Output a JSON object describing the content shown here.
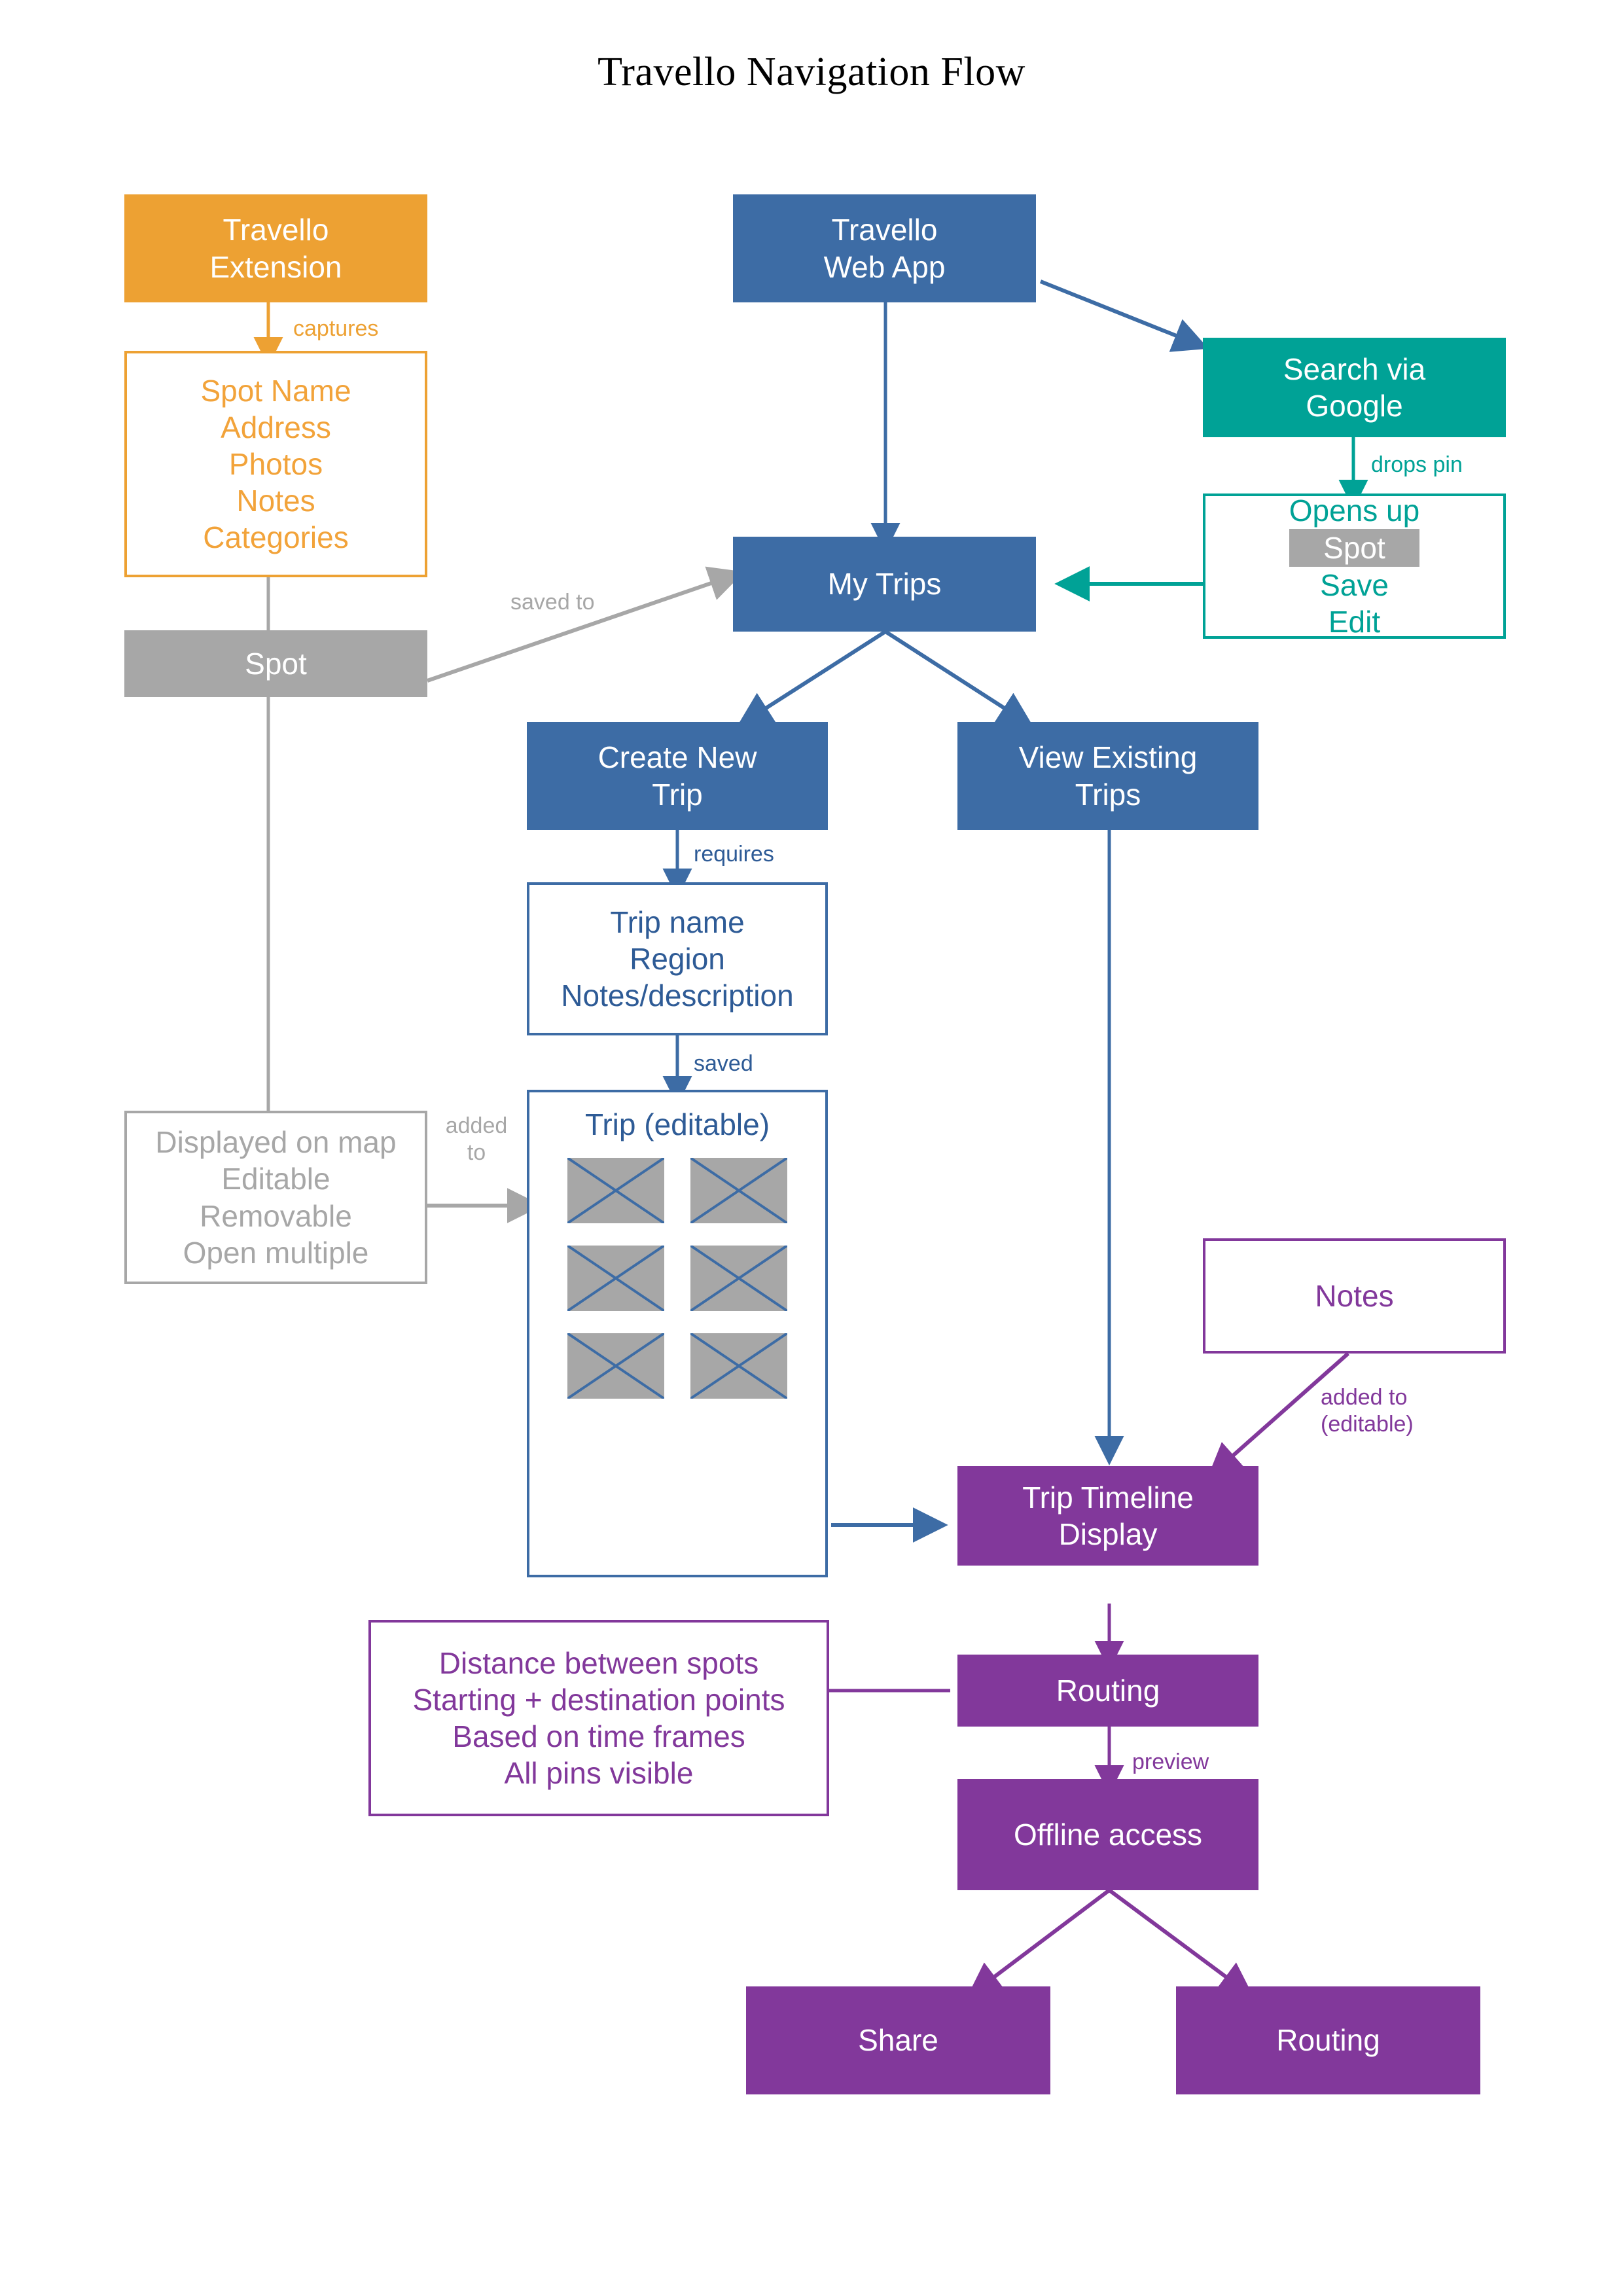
{
  "title": "Travello Navigation Flow",
  "colors": {
    "orange": "#EDA133",
    "blue": "#3D6CA5",
    "blue_text": "#2E5B96",
    "teal": "#00A296",
    "gray": "#A7A7A7",
    "purple": "#82389B",
    "white": "#FFFFFF"
  },
  "nodes": {
    "travello_extension": "Travello\nExtension",
    "extension_fields": "Spot Name\nAddress\nPhotos\nNotes\nCategories",
    "spot": "Spot",
    "spot_properties": "Displayed on map\nEditable\nRemovable\nOpen multiple",
    "travello_web_app": "Travello\nWeb App",
    "search_via_google": "Search via\nGoogle",
    "opens_up_prefix": "Opens up",
    "opens_up_chip": "Spot",
    "opens_up_rest": "Save\nEdit",
    "my_trips": "My Trips",
    "create_new_trip": "Create New\nTrip",
    "view_existing_trips": "View Existing\nTrips",
    "trip_requirements": "Trip name\nRegion\nNotes/description",
    "trip_editable_caption": "Trip (editable)",
    "notes": "Notes",
    "trip_timeline_display": "Trip Timeline\nDisplay",
    "routing": "Routing",
    "routing_details": "Distance between spots\nStarting + destination points\nBased on time frames\nAll pins visible",
    "offline_access": "Offline access",
    "share": "Share",
    "routing_bottom": "Routing"
  },
  "edge_labels": {
    "captures": "captures",
    "saved_to": "saved to",
    "added_to_map": "added\nto",
    "drops_pin": "drops pin",
    "requires": "requires",
    "saved": "saved",
    "added_to_editable": "added to\n(editable)",
    "preview": "preview"
  },
  "thumbnails": {
    "count": 6,
    "placeholder_name": "image-placeholder"
  }
}
